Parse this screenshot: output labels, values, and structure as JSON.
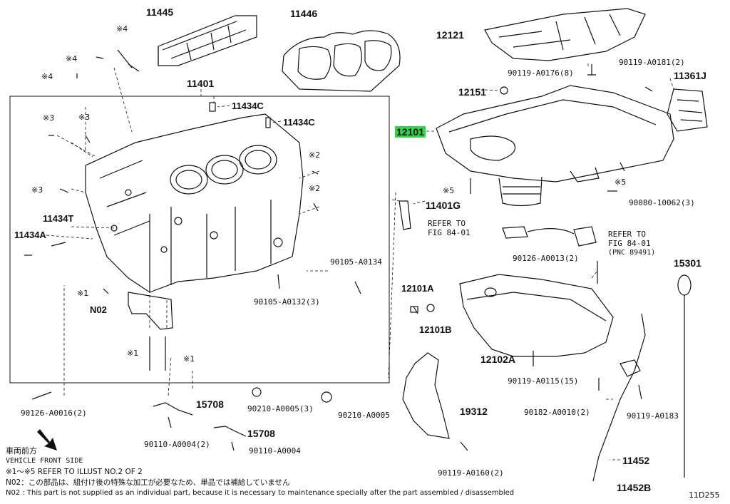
{
  "diagram_code": "11D255",
  "callouts": {
    "p11445": "11445",
    "p11446": "11446",
    "p12121": "12121",
    "p11401": "11401",
    "p11434c_a": "11434C",
    "p11434c_b": "11434C",
    "p12151": "12151",
    "p12101": "12101",
    "p11361j": "11361J",
    "p11434t": "11434T",
    "p11434a": "11434A",
    "p11401g": "11401G",
    "pn02": "N02",
    "p12101a": "12101A",
    "p12101b": "12101B",
    "p12102a": "12102A",
    "p15301": "15301",
    "p15708_a": "15708",
    "p15708_b": "15708",
    "p19312": "19312",
    "p11452": "11452",
    "p11452b": "11452B"
  },
  "bolts": {
    "b90119_a0176": "90119-A0176(8)",
    "b90119_a0181": "90119-A0181(2)",
    "b90080_10062": "90080-10062(3)",
    "b90126_a0013": "90126-A0013(2)",
    "b90105_a0134": "90105-A0134",
    "b90105_a0132": "90105-A0132(3)",
    "b90126_a0016": "90126-A0016(2)",
    "b90210_a0005_3": "90210-A0005(3)",
    "b90210_a0005": "90210-A0005",
    "b90110_a0004_2": "90110-A0004(2)",
    "b90110_a0004": "90110-A0004",
    "b90119_a0115": "90119-A0115(15)",
    "b90182_a0010": "90182-A0010(2)",
    "b90119_a0183": "90119-A0183",
    "b90119_a0160": "90119-A0160(2)"
  },
  "marks": {
    "m4_top": "※4",
    "m4_a": "※4",
    "m4_b": "※4",
    "m3_a": "※3",
    "m3_b": "※3",
    "m3_c": "※3",
    "m2_a": "※2",
    "m2_b": "※2",
    "m1_a": "※1",
    "m1_b": "※1",
    "m1_c": "※1",
    "m5_a": "※5",
    "m5_b": "※5"
  },
  "refs": {
    "ref1_line1": "REFER TO",
    "ref1_line2": "FIG 84-01",
    "ref2_line1": "REFER TO",
    "ref2_line2": "FIG 84-01",
    "ref2_line3": "(PNC 89491)"
  },
  "legend": {
    "front_jp": "車両前方",
    "front_en": "VEHICLE FRONT SIDE",
    "note_marks": "※1～※5 REFER TO ILLUST NO.2 OF 2",
    "note_n02_jp": "N02：この部品は、組付け後の特殊な加工が必要なため、単品では補給していません",
    "note_n02_en": "N02 : This part is not supplied as an individual part, because it is necessary to maintenance specially after the part assembled / disassembled"
  }
}
